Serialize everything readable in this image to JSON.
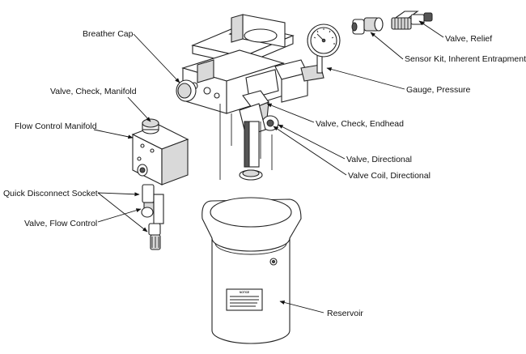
{
  "labels": {
    "breather_cap": "Breather Cap",
    "valve_relief": "Valve, Relief",
    "sensor_kit": "Sensor Kit, Inherent Entrapment",
    "gauge_pressure": "Gauge, Pressure",
    "valve_check_manifold": "Valve, Check, Manifold",
    "flow_control_manifold": "Flow Control Manifold",
    "valve_check_endhead": "Valve, Check, Endhead",
    "valve_directional": "Valve, Directional",
    "valve_coil_directional": "Valve Coil, Directional",
    "quick_disconnect_socket": "Quick Disconnect Socket",
    "valve_flow_control": "Valve, Flow Control",
    "reservoir": "Reservoir"
  },
  "reservoir_notice": "NOTICE"
}
